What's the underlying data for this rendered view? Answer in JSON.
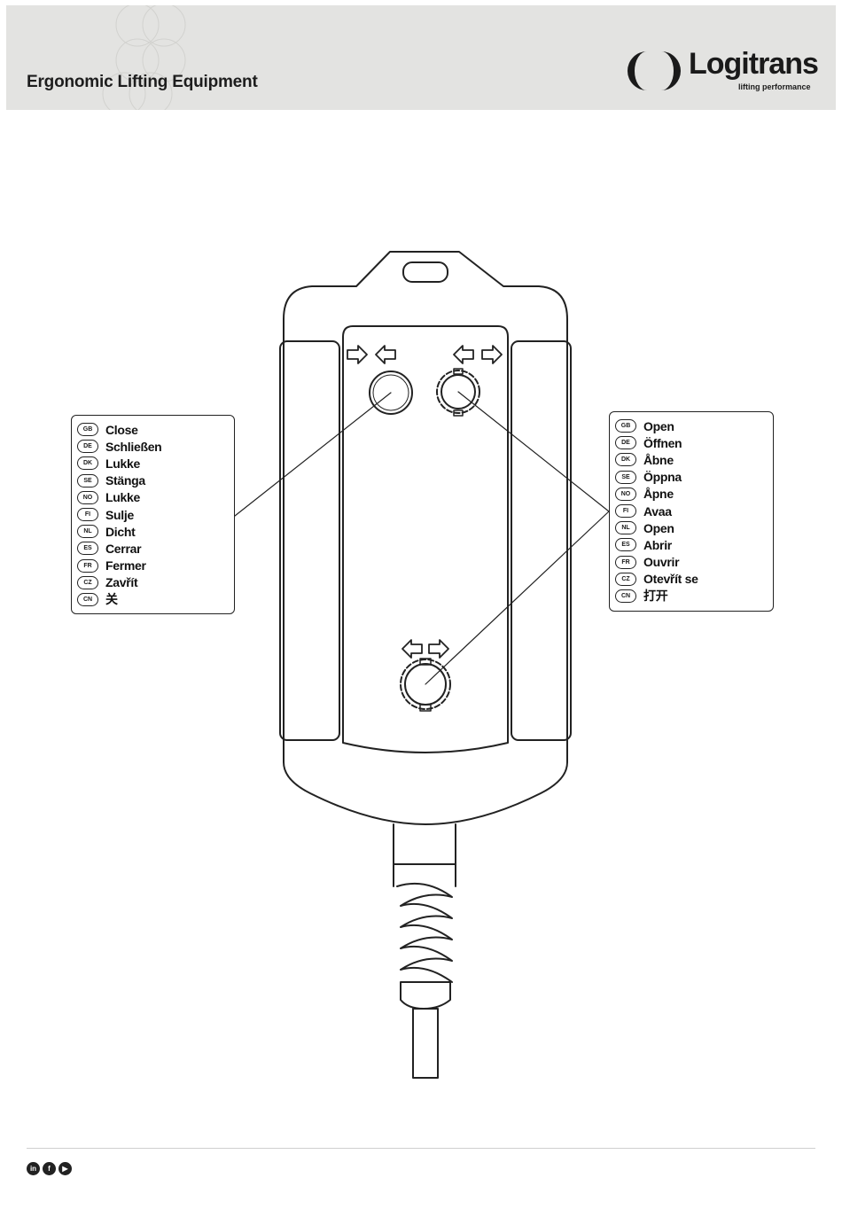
{
  "header": {
    "tagline": "Ergonomic Lifting Equipment",
    "brand_name": "Logitrans",
    "brand_tagline": "lifting performance"
  },
  "legend_close": {
    "items": [
      {
        "code": "GB",
        "label": "Close"
      },
      {
        "code": "DE",
        "label": "Schließen"
      },
      {
        "code": "DK",
        "label": "Lukke"
      },
      {
        "code": "SE",
        "label": "Stänga"
      },
      {
        "code": "NO",
        "label": "Lukke"
      },
      {
        "code": "FI",
        "label": "Sulje"
      },
      {
        "code": "NL",
        "label": "Dicht"
      },
      {
        "code": "ES",
        "label": "Cerrar"
      },
      {
        "code": "FR",
        "label": "Fermer"
      },
      {
        "code": "CZ",
        "label": "Zavřít"
      },
      {
        "code": "CN",
        "label": "关"
      }
    ]
  },
  "legend_open": {
    "items": [
      {
        "code": "GB",
        "label": "Open"
      },
      {
        "code": "DE",
        "label": "Öffnen"
      },
      {
        "code": "DK",
        "label": "Åbne"
      },
      {
        "code": "SE",
        "label": "Öppna"
      },
      {
        "code": "NO",
        "label": "Åpne"
      },
      {
        "code": "FI",
        "label": "Avaa"
      },
      {
        "code": "NL",
        "label": "Open"
      },
      {
        "code": "ES",
        "label": "Abrir"
      },
      {
        "code": "FR",
        "label": "Ouvrir"
      },
      {
        "code": "CZ",
        "label": "Otevřít se"
      },
      {
        "code": "CN",
        "label": "打开"
      }
    ]
  },
  "footer": {
    "social": [
      {
        "icon": "linkedin-icon",
        "glyph": "in"
      },
      {
        "icon": "facebook-icon",
        "glyph": "f"
      },
      {
        "icon": "youtube-icon",
        "glyph": "▶"
      }
    ]
  },
  "colors": {
    "header_bg": "#e3e3e1",
    "line": "#222222"
  }
}
